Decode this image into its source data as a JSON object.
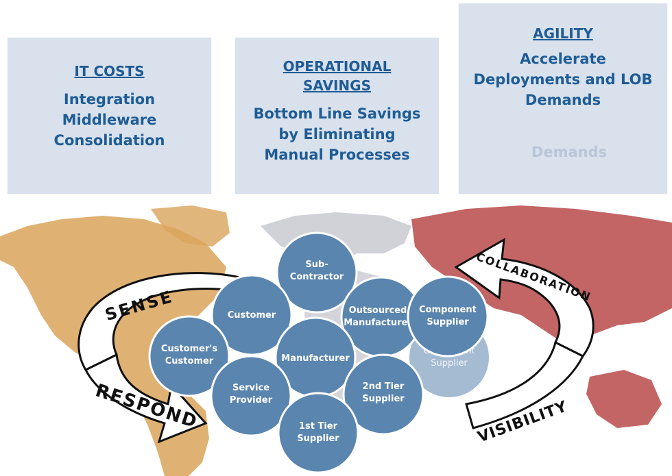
{
  "cards": {
    "it": {
      "heading": "IT COSTS",
      "lines": [
        "Integration",
        "Middleware",
        "Consolidation"
      ]
    },
    "operational": {
      "heading_lines": [
        "OPERATIONAL",
        "SAVINGS"
      ],
      "lines": [
        "Bottom Line Savings",
        "by Eliminating",
        "Manual Processes"
      ]
    },
    "agility": {
      "heading": "AGILITY",
      "lines": [
        "Accelerate",
        "Deployments and LOB",
        "Demands"
      ],
      "ghost_text": "Demands"
    }
  },
  "arrows": {
    "sense": "SENSE",
    "respond": "RESPOND",
    "collaboration": "COLLABORATION",
    "visibility": "VISIBILITY"
  },
  "nodes": {
    "sub_contractor": [
      "Sub-",
      "Contractor"
    ],
    "customer": [
      "Customer"
    ],
    "outsourced_manufacturer": [
      "Outsourced",
      "Manufacturer"
    ],
    "component_supplier": [
      "Component",
      "Supplier"
    ],
    "component_supplier_ghost": [
      "Component",
      "Supplier"
    ],
    "customers_customer": [
      "Customer's",
      "Customer"
    ],
    "manufacturer": [
      "Manufacturer"
    ],
    "service_provider": [
      "Service",
      "Provider"
    ],
    "second_tier_supplier": [
      "2nd Tier",
      "Supplier"
    ],
    "first_tier_supplier": [
      "1st Tier",
      "Supplier"
    ]
  },
  "colors": {
    "card_bg": "#d8e1ec",
    "text_blue": "#1f5c96",
    "node_fill": "#5a85ae",
    "node_stroke": "#ffffff",
    "americas": "#d9a45c",
    "europe": "#c7c7cf",
    "asia_pacific": "#b84a4a",
    "ocean": "#ffffff"
  }
}
